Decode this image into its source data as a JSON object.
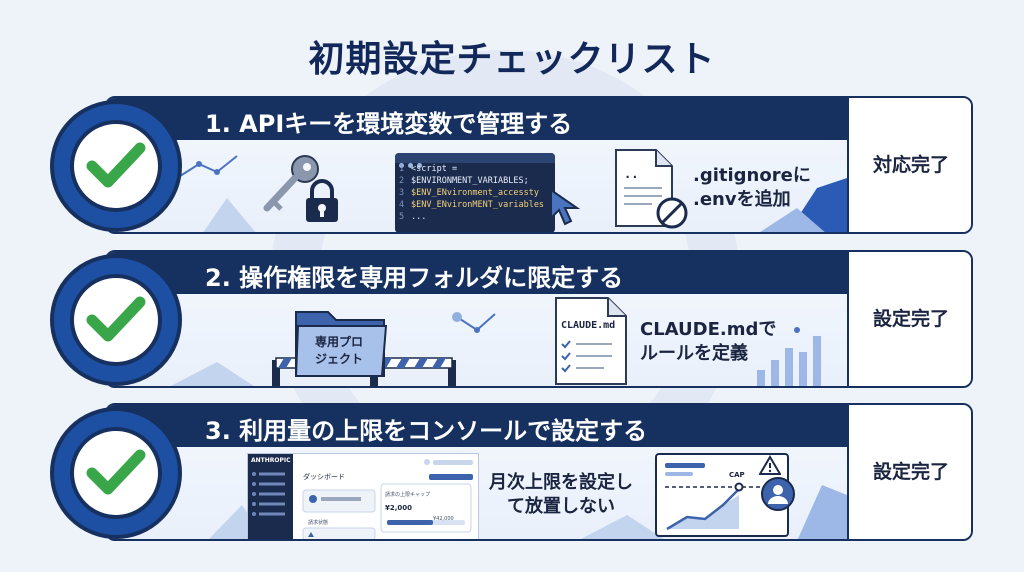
{
  "title": "初期設定チェックリスト",
  "colors": {
    "navy": "#16305f",
    "accent_blue": "#1d4fa3",
    "check_green": "#3aa64a",
    "background": "#eef3fa"
  },
  "items": [
    {
      "heading": "1. APIキーを環境変数で管理する",
      "status": "対応完了",
      "illustration": {
        "icons": [
          "key-icon",
          "padlock-icon",
          "cursor-arrow-icon",
          "document-icon",
          "blocked-icon"
        ],
        "code_lines": [
          {
            "num": "1",
            "text": "<script ="
          },
          {
            "num": "2",
            "text": "$ENVIRONMENT_VARIABLES;"
          },
          {
            "num": "3",
            "text": "$ENV_ENvironment_accessty"
          },
          {
            "num": "4",
            "text": "$ENV_ENvironMENT_variables"
          },
          {
            "num": "5",
            "text": "..."
          }
        ],
        "doc_mark": "..",
        "note_line1": ".gitignoreに",
        "note_line2": ".envを追加"
      }
    },
    {
      "heading": "2. 操作権限を専用フォルダに限定する",
      "status": "設定完了",
      "illustration": {
        "icons": [
          "folder-icon",
          "barrier-icon",
          "document-icon",
          "checklist-icon"
        ],
        "folder_line1": "専用プロ",
        "folder_line2": "ジェクト",
        "doc_title": "CLAUDE.md",
        "note_line1": "CLAUDE.mdで",
        "note_line2": "ルールを定義"
      }
    },
    {
      "heading": "3. 利用量の上限をコンソールで設定する",
      "status": "設定完了",
      "illustration": {
        "icons": [
          "dashboard-icon",
          "warning-icon",
          "user-avatar-icon",
          "chart-line-icon"
        ],
        "dashboard_brand": "ANTHROPIC",
        "dashboard_title": "ダッシボード",
        "dashboard_card_label": "請求の上限キャップ",
        "dashboard_value": "¥2,000",
        "dashboard_value2": "¥42,000",
        "dashboard_side_label": "請求状態",
        "note_line1": "月次上限を設定し",
        "note_line2": "て放置しない",
        "cap_label": "CAP"
      }
    }
  ]
}
